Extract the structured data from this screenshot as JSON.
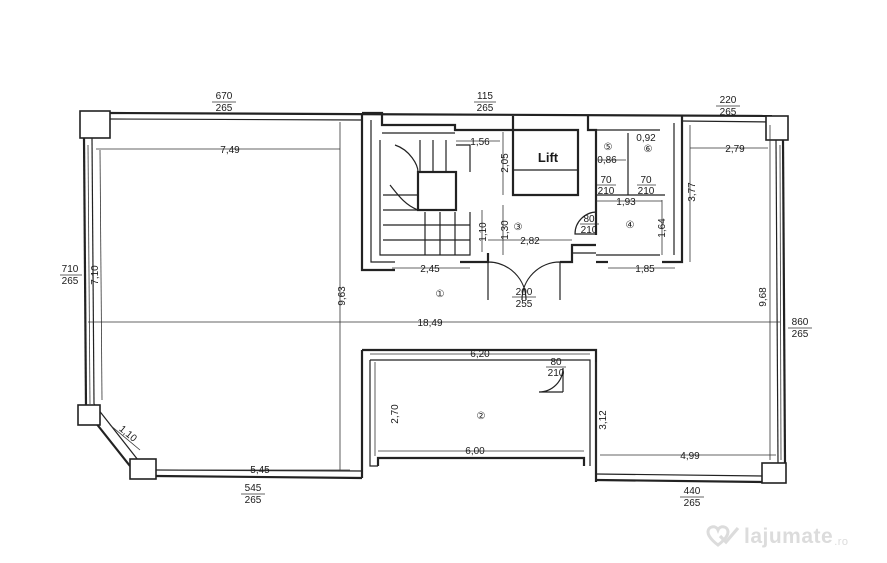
{
  "plan": {
    "top_openings": [
      "670",
      "265",
      "115",
      "265",
      "220",
      "265"
    ],
    "left_opening": [
      "710",
      "265"
    ],
    "right_opening": [
      "860",
      "265"
    ],
    "bottom_openings": [
      "545",
      "265",
      "440",
      "265"
    ],
    "dimensions": {
      "top_left_width": "7,49",
      "stair_landing": "1,56",
      "lift_depth": "2,05",
      "wc_width_a": "0,92",
      "wc_width_b": "0,86",
      "right_top_width": "2,79",
      "right_height": "3,77",
      "wc_depth": "1,93",
      "stair_height_a": "1,30",
      "stair_height_b": "1,10",
      "corridor_width": "2,82",
      "room4_height": "1,64",
      "stair_width": "2,45",
      "room4_width": "1,85",
      "left_height": "7,10",
      "central_height": "9,63",
      "right_full_height": "9,68",
      "total_width": "18,49",
      "room2_width_outer": "6,20",
      "room2_height": "2,70",
      "room2_height_b": "3,12",
      "room2_width_inner": "6,00",
      "right_bottom_width": "4,99",
      "corner_chamfer": "1,10",
      "bottom_left_width": "5,45"
    },
    "doors": {
      "wc5_w": "70",
      "wc5_h": "210",
      "wc6_w": "70",
      "wc6_h": "210",
      "room4_w": "80",
      "room4_h": "210",
      "entrance_w": "200",
      "entrance_h": "255",
      "room2_w": "80",
      "room2_h": "210"
    },
    "rooms": {
      "lift": "Lift",
      "r1": "①",
      "r2": "②",
      "r3": "③",
      "r4": "④",
      "r5": "⑤",
      "r6": "⑥"
    }
  },
  "watermark": {
    "text": "lajumate",
    "tld": ".ro"
  }
}
